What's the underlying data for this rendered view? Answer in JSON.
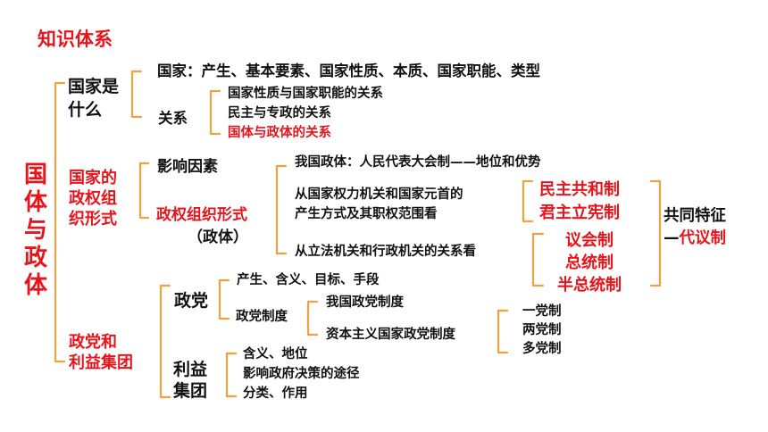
{
  "title": "知识体系",
  "root": "国体与政体",
  "state": {
    "label_line1": "国家是",
    "label_line2": "什么",
    "guojia_line": "国家：产生、基本要素、国家性质、本质、国家职能、类型",
    "guanxi_label": "关系",
    "relations": [
      "国家性质与国家职能的关系",
      "民主与专政的关系",
      "国体与政体的关系"
    ]
  },
  "regime": {
    "label_lines": [
      "国家的",
      "政权组",
      "织形式"
    ],
    "factors_label": "影响因素",
    "form_label": "政权组织形式",
    "form_sub": "（政体）",
    "china": "我国政体：人民代表大会制——地位和优势",
    "view1_line1": "从国家权力机关和国家元首的",
    "view1_line2": "产生方式及其职权范围看",
    "view2": "从立法机关和行政机关的关系看",
    "types1": [
      "民主共和制",
      "君主立宪制"
    ],
    "types2": [
      "议会制",
      "总统制",
      "半总统制"
    ],
    "common_line1": "共同特征",
    "common_dash": "—",
    "common_line2": "代议制"
  },
  "parties": {
    "label_lines": [
      "政党和",
      "利益集团"
    ],
    "party_label": "政党",
    "party_item1": "产生、含义、目标、手段",
    "system_label": "政党制度",
    "china_system": "我国政党制度",
    "capitalist_system": "资本主义国家政党制度",
    "party_types": [
      "一党制",
      "两党制",
      "多党制"
    ],
    "interest_label_lines": [
      "利益",
      "集团"
    ],
    "interest_items": [
      "含义、地位",
      "影响政府决策的途径",
      "分类、作用"
    ]
  }
}
